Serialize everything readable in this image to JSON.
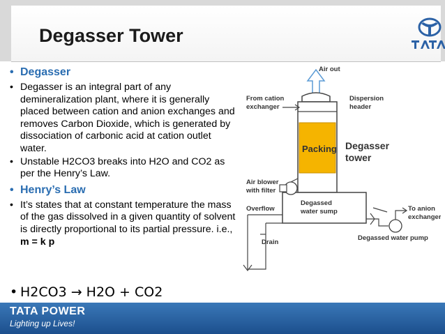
{
  "slide": {
    "title": "Degasser Tower"
  },
  "content": {
    "sections": [
      {
        "heading": "Degasser",
        "points": [
          "Degasser is an integral part of any demineralization plant, where it is generally placed between cation and anion exchanges and removes Carbon Dioxide, which is generated by dissociation of carbonic acid at cation outlet water.",
          "Unstable H2CO3 breaks into H2O and CO2 as per the Henry’s Law."
        ]
      },
      {
        "heading": "Henry’s Law",
        "points": [
          "It’s states that at constant temperature the mass of the gas dissolved in a given quantity of solvent is directly proportional to its partial pressure. i.e., "
        ],
        "formula_inline": "m = k p"
      }
    ],
    "reaction": "H2CO3  →  H2O + CO2"
  },
  "diagram": {
    "labels": {
      "air_out": "Air out",
      "from_cation_1": "From cation",
      "from_cation_2": "exchanger",
      "dispersion_1": "Dispersion",
      "dispersion_2": "header",
      "packing": "Packing",
      "degasser_1": "Degasser",
      "degasser_2": "tower",
      "air_blower_1": "Air blower",
      "air_blower_2": "with filter",
      "overflow": "Overflow",
      "sump_1": "Degassed",
      "sump_2": "water sump",
      "to_anion_1": "To anion",
      "to_anion_2": "exchanger",
      "drain": "Drain",
      "pump": "Degassed water pump"
    },
    "colors": {
      "packing_fill": "#f5b400",
      "label_text": "#333333"
    }
  },
  "footer": {
    "brand": "TATA POWER",
    "tagline": "Lighting up Lives!"
  },
  "colors": {
    "heading_blue": "#2a6db1",
    "footer_blue": "#2a63a4",
    "logo_blue": "#2c62a6"
  }
}
